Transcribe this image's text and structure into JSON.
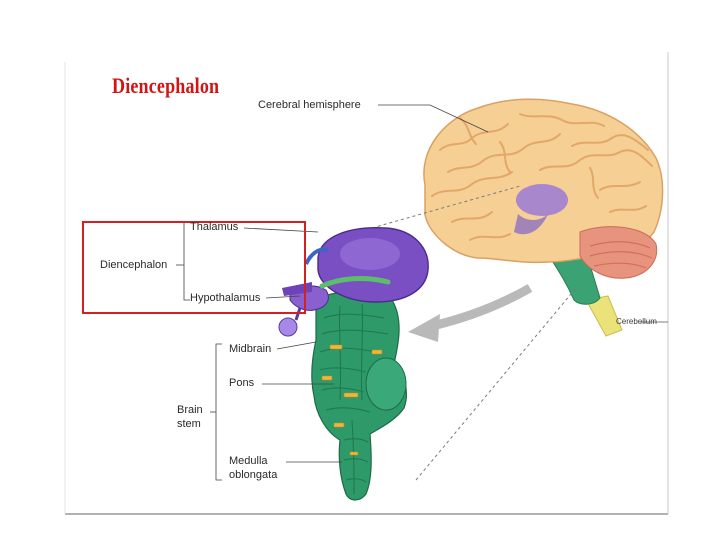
{
  "slide": {
    "title": "Diencephalon",
    "accent_color": "#d21414"
  },
  "labels": {
    "cerebral_hemisphere": "Cerebral hemisphere",
    "thalamus": "Thalamus",
    "diencephalon": "Diencephalon",
    "hypothalamus": "Hypothalamus",
    "midbrain": "Midbrain",
    "pons": "Pons",
    "brain_stem_line1": "Brain",
    "brain_stem_line2": "stem",
    "medulla_line1": "Medulla",
    "medulla_line2": "oblongata",
    "cerebellum": "Cerebellum"
  },
  "colors": {
    "cerebrum": "#f6cf95",
    "cerebrum_ridge": "#e7a865",
    "thalamus": "#7b4fc4",
    "brainstem": "#2f9a69",
    "cerebellum": "#e8937e",
    "spinal_cord": "#ebe27a",
    "highlight_box": "#d42020"
  }
}
